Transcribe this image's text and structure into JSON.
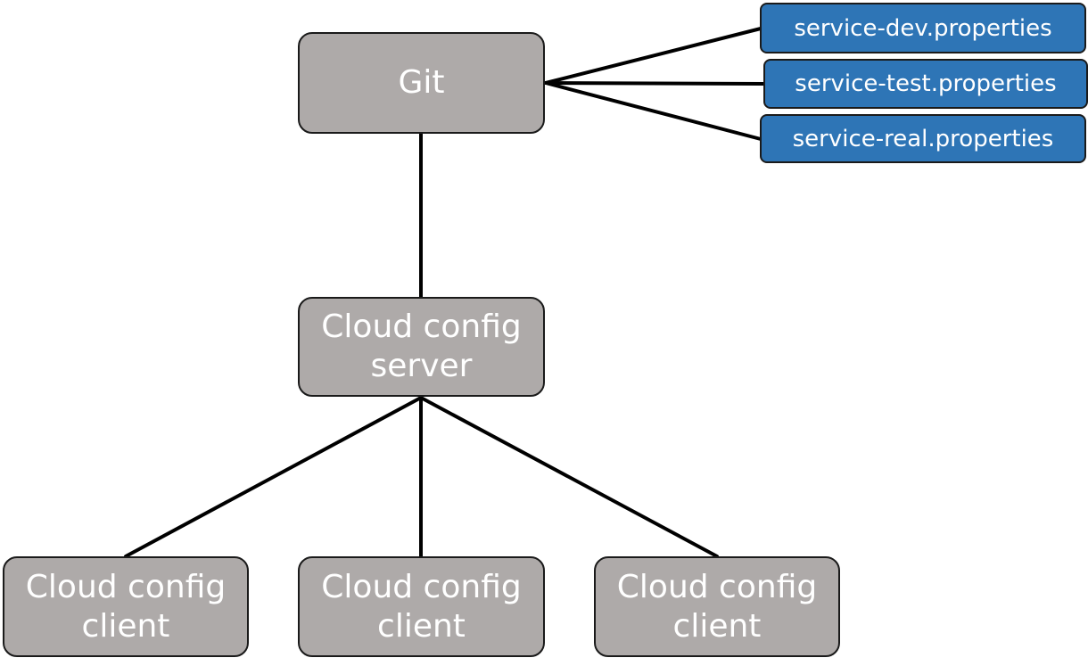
{
  "nodes": {
    "git": "Git",
    "server": "Cloud config server",
    "clients": [
      "Cloud config client",
      "Cloud config client",
      "Cloud config client"
    ]
  },
  "files": [
    "service-dev.properties",
    "service-test.properties",
    "service-real.properties"
  ],
  "colors": {
    "node_fill": "#aeaaa9",
    "file_fill": "#2e75b6",
    "line": "#000000",
    "text": "#ffffff"
  }
}
